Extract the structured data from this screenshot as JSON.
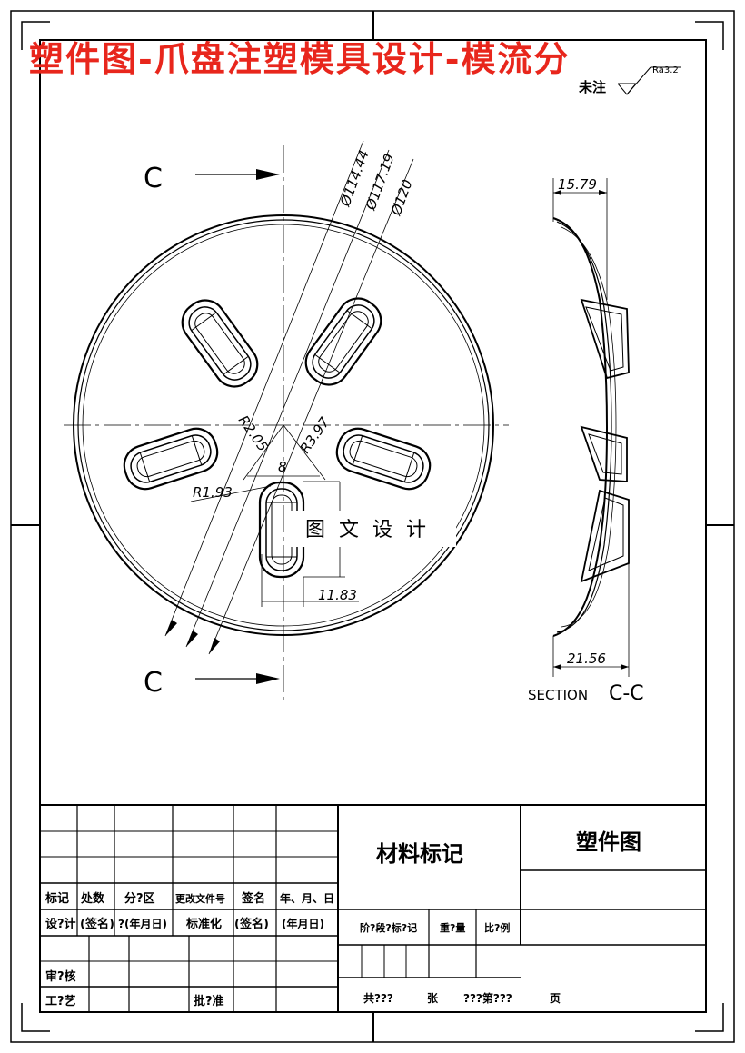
{
  "header": {
    "title": "塑件图-爪盘注塑模具设计-模流分"
  },
  "roughness": {
    "label": "未注",
    "value": "Ra3.2"
  },
  "view": {
    "section_mark_top": "C",
    "section_mark_bottom": "C",
    "dim_d1": "Ø114.44",
    "dim_d2": "Ø117.19",
    "dim_d3": "Ø120",
    "dim_r205": "R2.05",
    "dim_r397": "R3.97",
    "dim_r193": "R1.93",
    "dim_8": "8",
    "dim_1183": "11.83",
    "watermark": "图 文 设 计"
  },
  "section": {
    "dim_1579": "15.79",
    "dim_2156": "21.56",
    "label_section": "SECTION",
    "label_cc": "C-C"
  },
  "title_block": {
    "r1": [
      "标记",
      "处数",
      "分?区",
      "更改文件号",
      "签名",
      "年、月、日"
    ],
    "r2": [
      "设?计",
      "(签名)",
      "?(年月日)",
      "标准化",
      "(签名)",
      "(年月日)"
    ],
    "audit": "审?核",
    "process": "工?艺",
    "approve": "批?准",
    "material": "材料标记",
    "part_name": "塑件图",
    "stage_mark": "阶?段?标?记",
    "weight": "重?量",
    "scale": "比?例",
    "total": "共???",
    "sheet": "张",
    "sheet_no": "???第???",
    "page": "页"
  }
}
